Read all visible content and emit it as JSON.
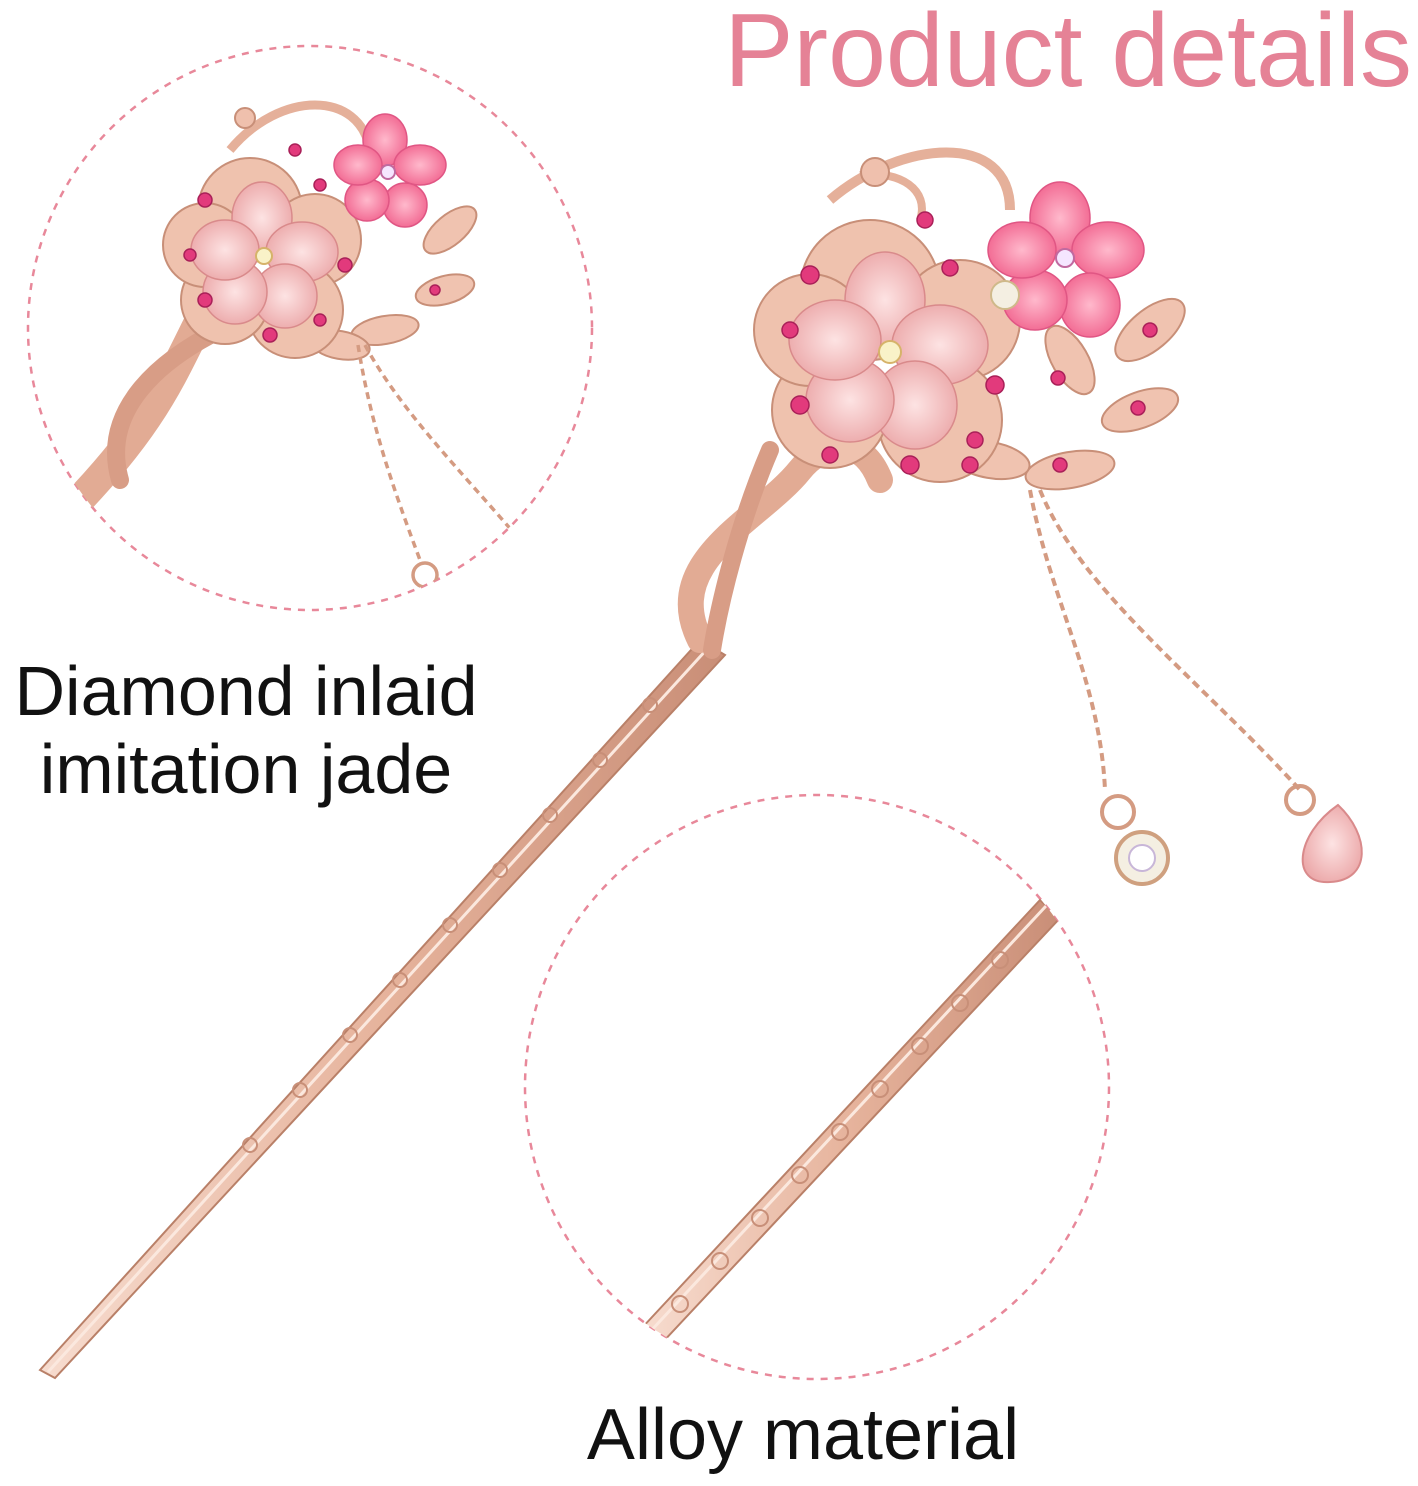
{
  "title": "Product details",
  "callouts": {
    "top_line1": "Diamond inlaid",
    "top_line2": "imitation jade",
    "bottom": "Alloy material"
  },
  "colors": {
    "title": "#e58296",
    "dashed_circle": "#e8889a",
    "metal": "#e9b9a4",
    "metal_dark": "#c88f78",
    "flower_pink": "#f4a7b4",
    "acrylic_flower": "#f06c93",
    "rhinestone": "#e23a7c"
  }
}
